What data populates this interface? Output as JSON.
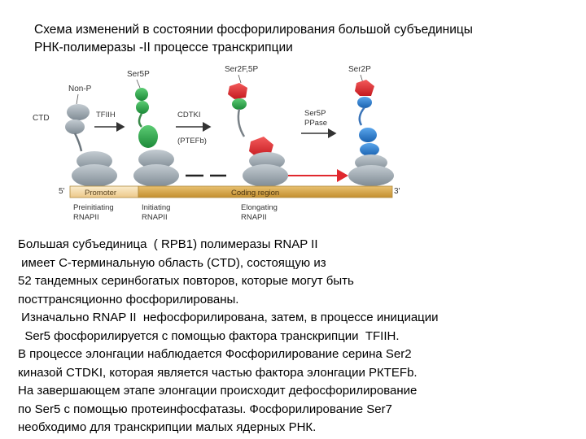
{
  "title": {
    "line1": "Схема изменений в состоянии фосфорилирования большой субъединицы",
    "line2": "РНК-полимеразы -II  процессе транскрипции"
  },
  "diagram": {
    "label_non_p": "Non-P",
    "label_ser5p": "Ser5P",
    "label_ser2f5p": "Ser2F,5P",
    "label_ser2p": "Ser2P",
    "label_ctd": "CTD",
    "label_tfiih": "TFIIH",
    "label_cdtki": "CDTKI",
    "label_ptefb": "(PTEFb)",
    "label_ser5p_ppase_1": "Ser5P",
    "label_ser5p_ppase_2": "PPase",
    "label_5prime": "5'",
    "label_3prime": "3'",
    "label_promoter": "Promoter",
    "label_coding": "Coding region",
    "stage1_a": "Preinitiating",
    "stage1_b": "RNAPII",
    "stage2_a": "Initiating",
    "stage2_b": "RNAPII",
    "stage3_a": "Elongating",
    "stage3_b": "RNAPII",
    "colors": {
      "gray": "#8e9aa3",
      "green": "#2aa04a",
      "red": "#e0282e",
      "blue": "#2a7fd0",
      "promoter": "#f6deb0",
      "coding": "#d7a54a"
    }
  },
  "body": {
    "line1": "Большая субъединица  ( RPB1) полимеразы RNAP II",
    "line2": " имеет С-терминальную область (CTD), состоящую из",
    "line3": "52 тандемных серинбогатых повторов, которые могут быть",
    "line4": "посттрансяционно фосфорилированы.",
    "line5": " Изначально RNAP II  нефосфорилирована, затем, в процессе инициации",
    "line6": "  Ser5 фосфорилируется с помощью фактора транскрипции  TFIIH.",
    "line7": "В процессе элонгации наблюдается Фосфорилирование серина Ser2",
    "line8": "киназой CTDKI, которая является частью фактора элонгации PКTEFb.",
    "line9": "На завершающем этапе элонгации происходит дефосфорилирование",
    "line10": "по Ser5 с помощью протеинфосфатазы. Фосфорилирование Ser7",
    "line11": "необходимо для транскрипции малых ядерных РНК."
  }
}
